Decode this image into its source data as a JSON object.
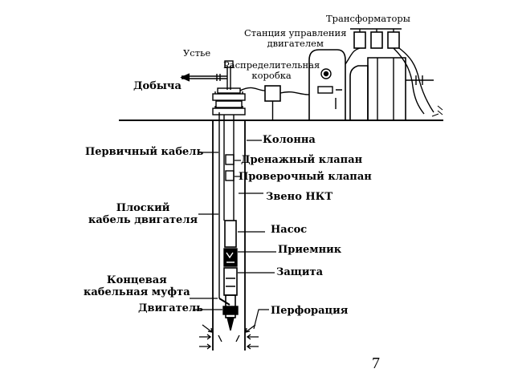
{
  "labels": {
    "transformers": "Трансформаторы",
    "control_station": "Станция управления\nдвигателем",
    "wellhead": "Устье",
    "junction_box": "Распределительная\nкоробка",
    "production": "Добыча",
    "casing": "Колонна",
    "primary_cable": "Первичный кабель",
    "drain_valve": "Дренажный клапан",
    "check_valve": "Проверочный клапан",
    "tubing_joint": "Звено НКТ",
    "flat_cable": "Плоский\nкабель двигателя",
    "pump": "Насос",
    "intake": "Приемник",
    "protector": "Защита",
    "cable_end_coupling": "Концевая\nкабельная муфта",
    "motor": "Двигатель",
    "perforation": "Перфорация"
  },
  "page_number": "7"
}
